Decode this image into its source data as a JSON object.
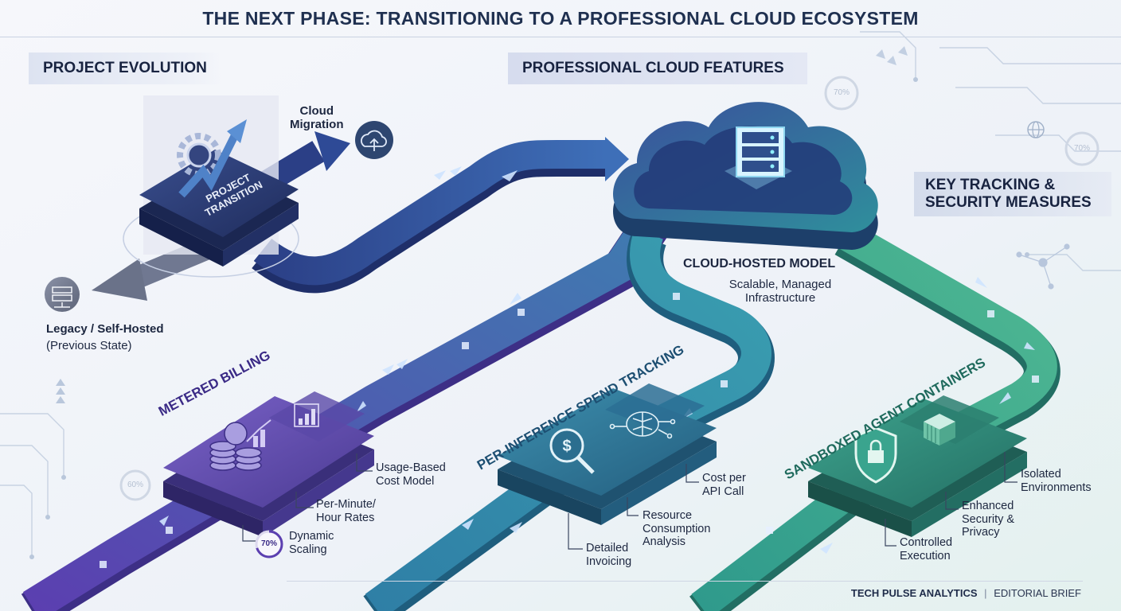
{
  "title": "THE NEXT PHASE: TRANSITIONING TO A PROFESSIONAL CLOUD ECOSYSTEM",
  "banners": {
    "evolution": "PROJECT EVOLUTION",
    "features": "PROFESSIONAL CLOUD FEATURES",
    "tracking": "KEY TRACKING & SECURITY MEASURES"
  },
  "transition": {
    "platform_line1": "PROJECT",
    "platform_line2": "TRANSITION",
    "migration_line1": "Cloud",
    "migration_line2": "Migration",
    "legacy_title": "Legacy / Self-Hosted",
    "legacy_sub": "(Previous State)"
  },
  "cloud": {
    "title": "CLOUD-HOSTED MODEL",
    "sub_line1": "Scalable, Managed",
    "sub_line2": "Infrastructure"
  },
  "features": {
    "billing": {
      "title": "METERED BILLING",
      "ann1_line1": "Usage-Based",
      "ann1_line2": "Cost Model",
      "ann2_line1": "Per-Minute/",
      "ann2_line2": "Hour Rates",
      "ann3_line1": "Dynamic",
      "ann3_line2": "Scaling",
      "gauge": "70%",
      "gauge_value": 0.7
    },
    "spend": {
      "title": "PER-INFERENCE SPEND TRACKING",
      "ann1_line1": "Cost per",
      "ann1_line2": "API Call",
      "ann2_line1": "Resource",
      "ann2_line2": "Consumption",
      "ann2_line3": "Analysis",
      "ann3_line1": "Detailed",
      "ann3_line2": "Invoicing"
    },
    "sandbox": {
      "title": "SANDBOXED AGENT CONTAINERS",
      "ann1_line1": "Isolated",
      "ann1_line2": "Environments",
      "ann2_line1": "Enhanced",
      "ann2_line2": "Security &",
      "ann2_line3": "Privacy",
      "ann3_line1": "Controlled",
      "ann3_line2": "Execution"
    }
  },
  "background_gauges": [
    "70%",
    "70%",
    "60%"
  ],
  "footer": {
    "brand": "TECH PULSE ANALYTICS",
    "separator": "|",
    "section": "EDITORIAL BRIEF"
  },
  "colors": {
    "navy": "#1f3050",
    "purple": "#6b4fc4",
    "teal": "#2f8fa0",
    "green": "#3aa88a",
    "cloud_blue": "#3b5ea8"
  }
}
